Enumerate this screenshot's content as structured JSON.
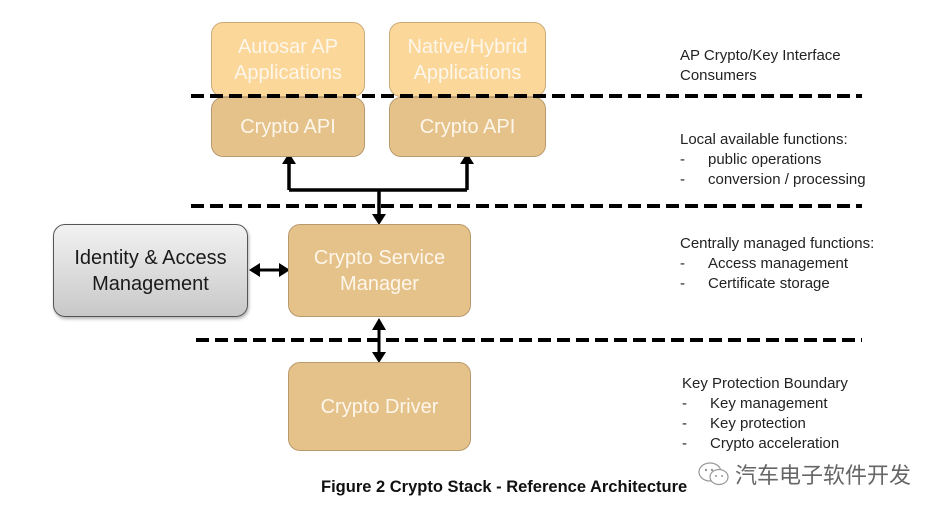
{
  "boxes": {
    "autosar_ap_apps": [
      "Autosar AP",
      "Applications"
    ],
    "native_hybrid_apps": [
      "Native/Hybrid",
      "Applications"
    ],
    "crypto_api_left": "Crypto API",
    "crypto_api_right": "Crypto API",
    "identity_access": [
      "Identity & Access",
      "Management"
    ],
    "crypto_service_manager": [
      "Crypto Service",
      "Manager"
    ],
    "crypto_driver": "Crypto Driver"
  },
  "notes": {
    "consumers": {
      "title_lines": [
        "AP Crypto/Key Interface",
        "Consumers"
      ]
    },
    "local": {
      "title": "Local available functions:",
      "items": [
        "public operations",
        "conversion / processing"
      ]
    },
    "central": {
      "title": "Centrally managed functions:",
      "items": [
        "Access management",
        "Certificate storage"
      ]
    },
    "key_protection": {
      "title": "Key Protection Boundary",
      "items": [
        "Key management",
        "Key protection",
        "Crypto acceleration"
      ]
    }
  },
  "bullet": "-",
  "caption": "Figure 2 Crypto Stack - Reference Architecture",
  "watermark": "汽车电子软件开发",
  "colors": {
    "app_box": "#fcd79a",
    "component_box": "#e6c28b",
    "iam_box": "#d9d9d9",
    "line": "#000000"
  }
}
